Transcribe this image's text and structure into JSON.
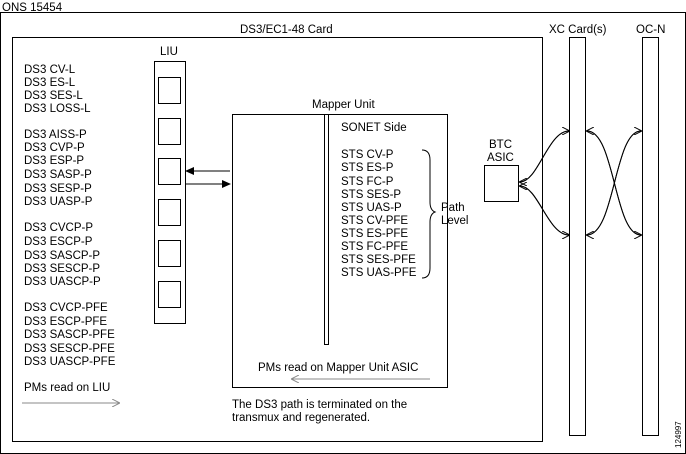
{
  "ons_label": "ONS 15454",
  "card_title": "DS3/EC1-48 Card",
  "liu_title": "LIU",
  "liu_pms": {
    "group1": [
      "DS3 CV-L",
      "DS3 ES-L",
      "DS3 SES-L",
      "DS3 LOSS-L"
    ],
    "group2": [
      "DS3 AISS-P",
      "DS3 CVP-P",
      "DS3 ESP-P",
      "DS3 SASP-P",
      "DS3 SESP-P",
      "DS3 UASP-P"
    ],
    "group3": [
      "DS3 CVCP-P",
      "DS3 ESCP-P",
      "DS3 SASCP-P",
      "DS3 SESCP-P",
      "DS3 UASCP-P"
    ],
    "group4": [
      "DS3 CVCP-PFE",
      "DS3 ESCP-PFE",
      "DS3 SASCP-PFE",
      "DS3 SESCP-PFE",
      "DS3 UASCP-PFE"
    ]
  },
  "pms_read_liu": "PMs read on LIU",
  "mapper_title": "Mapper Unit",
  "sonet_side": "SONET Side",
  "sts_pms": [
    "STS CV-P",
    "STS ES-P",
    "STS FC-P",
    "STS SES-P",
    "STS UAS-P",
    "STS CV-PFE",
    "STS ES-PFE",
    "STS FC-PFE",
    "STS SES-PFE",
    "STS UAS-PFE"
  ],
  "path_level": [
    "Path",
    "Level"
  ],
  "pms_read_mapper": "PMs read on Mapper Unit ASIC",
  "ds3_note": [
    "The DS3 path is terminated on the",
    "transmux and regenerated."
  ],
  "btc_asic": [
    "BTC",
    "ASIC"
  ],
  "xc_cards": "XC Card(s)",
  "ocn": "OC-N",
  "figure_number": "124997"
}
